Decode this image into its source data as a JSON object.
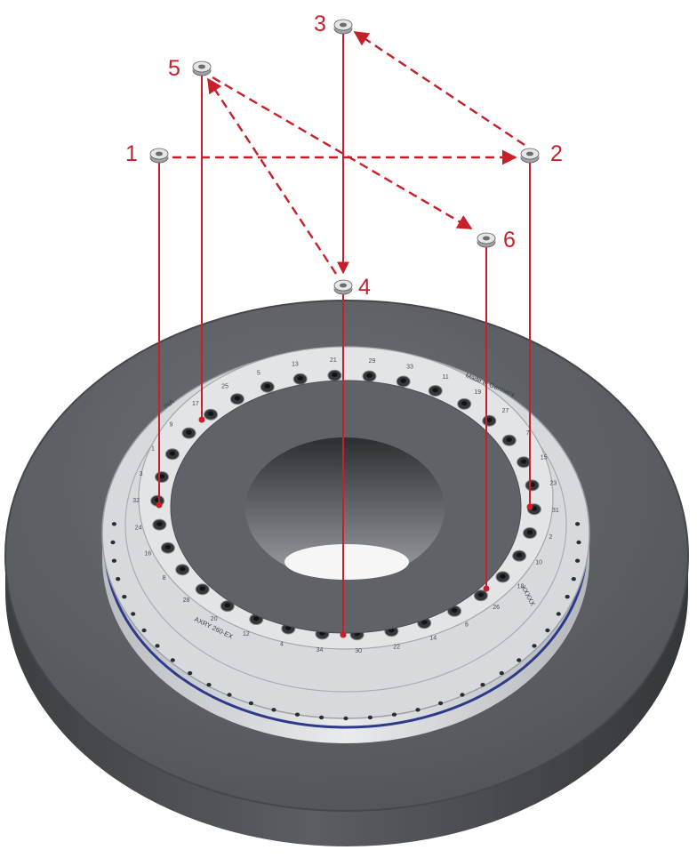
{
  "colors": {
    "accent": "#c8202a",
    "base": "#55595d",
    "ring": "#d6d9dc",
    "seal": "#2e3b8a"
  },
  "steps": [
    {
      "label": "1"
    },
    {
      "label": "2"
    },
    {
      "label": "3"
    },
    {
      "label": "4"
    },
    {
      "label": "5"
    },
    {
      "label": "6"
    }
  ],
  "ring": {
    "text_made_in": "Made in Germany",
    "text_model": "AXRY 260-EX",
    "text_brand": "INA",
    "text_serial": "XXXXX",
    "hole_numbers": [
      "5",
      "13",
      "21",
      "29",
      "33",
      "11",
      "19",
      "27",
      "7",
      "15",
      "23",
      "31",
      "2",
      "10",
      "18",
      "26",
      "6",
      "14",
      "22",
      "30",
      "34",
      "4",
      "12",
      "20",
      "28",
      "8",
      "16",
      "24",
      "32",
      "3",
      "1",
      "9",
      "17",
      "25"
    ]
  }
}
